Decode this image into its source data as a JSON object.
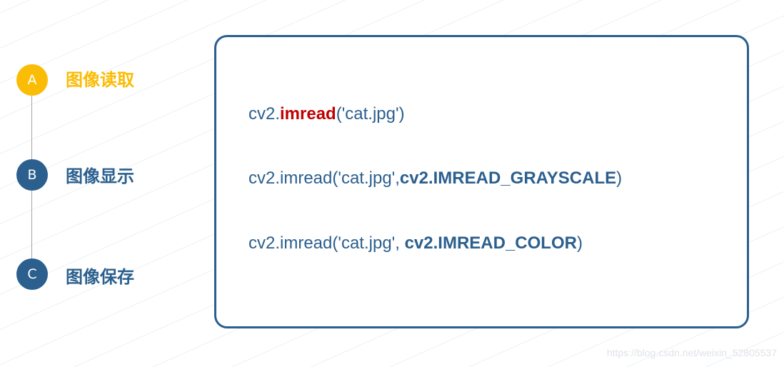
{
  "colors": {
    "active": "#fbbc05",
    "primary": "#2b5f8e",
    "highlight": "#c00000"
  },
  "steps": [
    {
      "letter": "A",
      "label": "图像读取",
      "state": "active"
    },
    {
      "letter": "B",
      "label": "图像显示",
      "state": "inactive"
    },
    {
      "letter": "C",
      "label": "图像保存",
      "state": "inactive"
    }
  ],
  "code": {
    "line1": {
      "prefix": "cv2.",
      "func": "imread",
      "args": "('cat.jpg')"
    },
    "line2": {
      "prefix": "cv2.imread('cat.jpg',",
      "flag": "cv2.IMREAD_GRAYSCALE",
      "suffix": ")"
    },
    "line3": {
      "prefix": "cv2.imread('cat.jpg', ",
      "flag": "cv2.IMREAD_COLOR",
      "suffix": ")"
    }
  },
  "watermark": "https://blog.csdn.net/weixin_52805537"
}
